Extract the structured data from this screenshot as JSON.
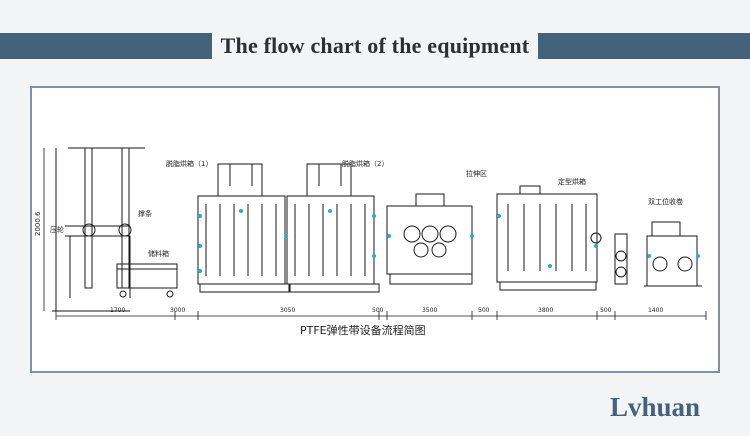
{
  "header": {
    "title": "The flow chart of the equipment"
  },
  "drawing": {
    "caption": "PTFE弹性带设备流程简图",
    "height_dim": "2000.6",
    "labels": {
      "unwind": "压轮",
      "roller": "撑条",
      "tank": "储料箱",
      "oven1": "脱脂烘箱（1）",
      "oven2": "脱脂烘箱（2）",
      "stretch": "拉伸区",
      "setting": "定型烘箱",
      "winder": "双工位收卷"
    },
    "dims": [
      "1700",
      "3000",
      "3050",
      "500",
      "3500",
      "500",
      "3800",
      "500",
      "1400"
    ]
  },
  "brand": "Lvhuan",
  "colors": {
    "band": "#44627a",
    "line": "#1a1a1a",
    "accent": "#2ba8d8"
  }
}
